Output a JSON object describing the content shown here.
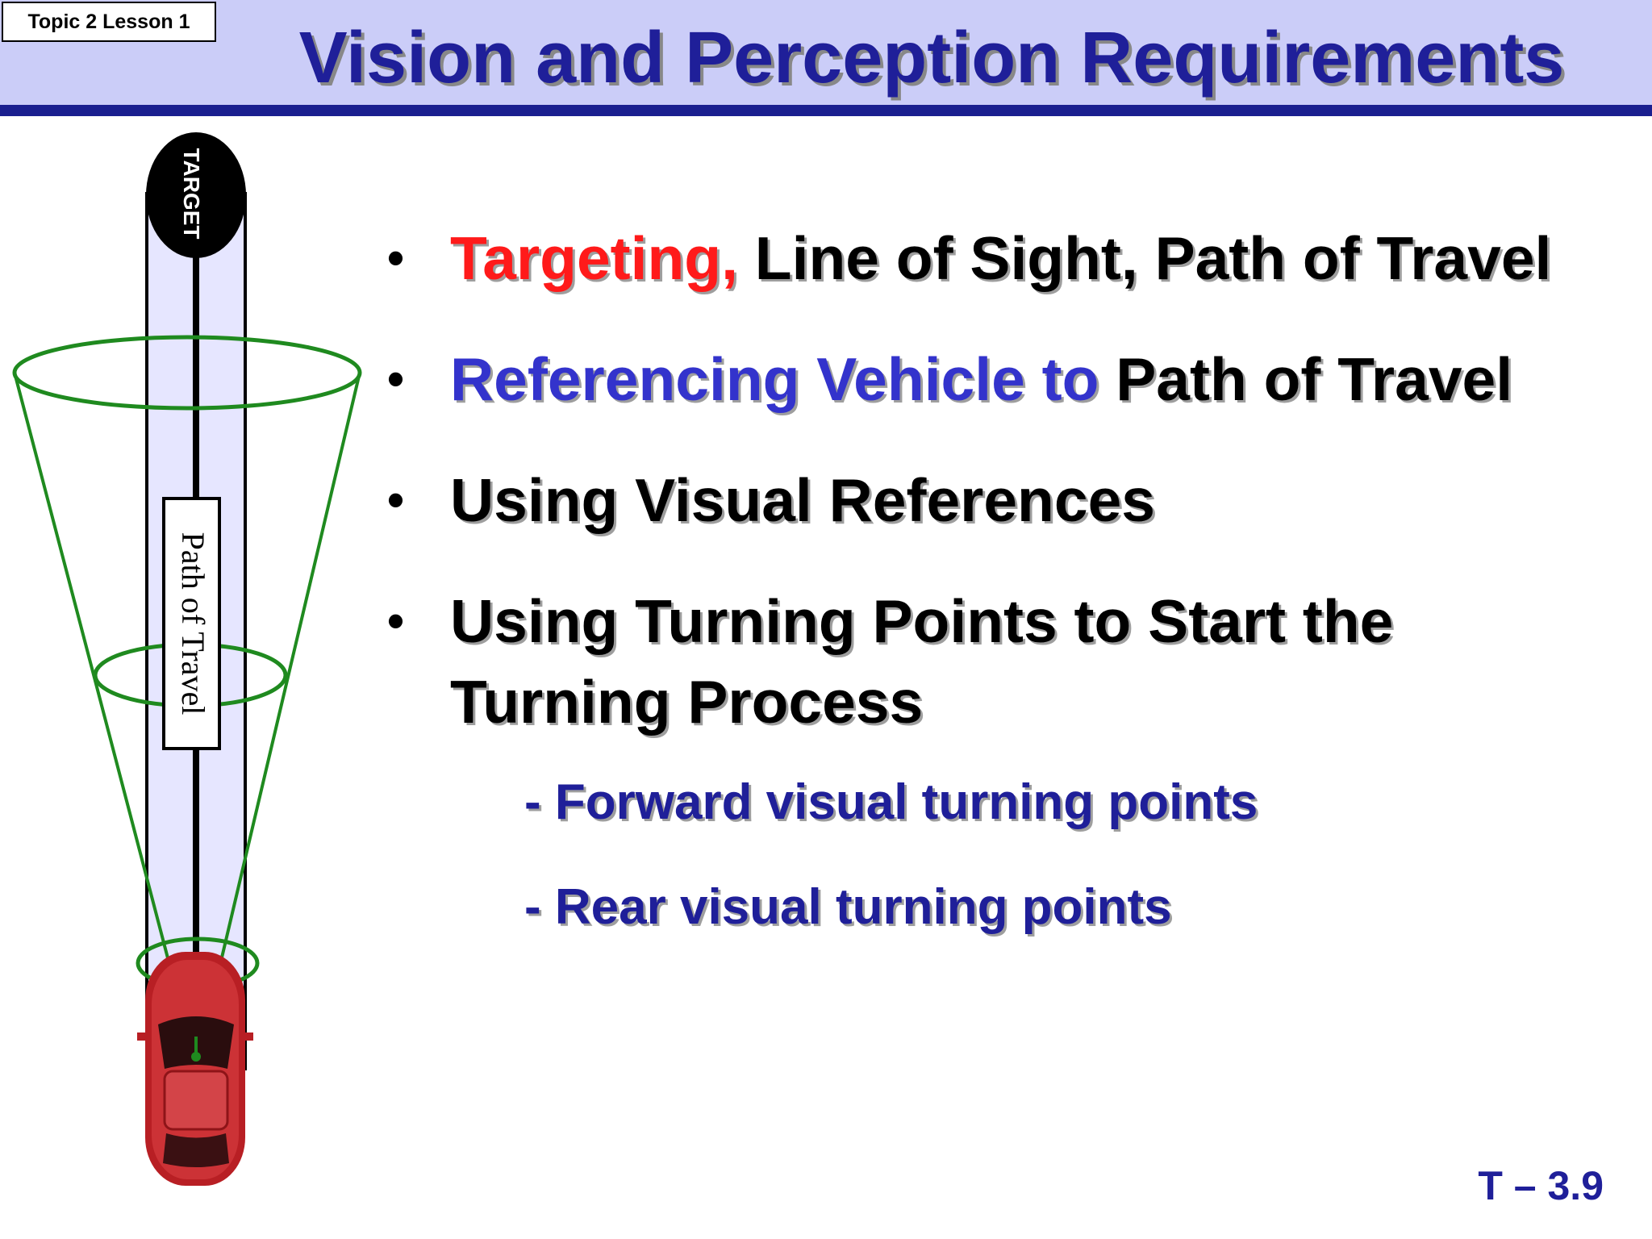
{
  "header": {
    "topic_tag": "Topic 2 Lesson 1",
    "title": "Vision and Perception Requirements"
  },
  "figure": {
    "target_label": "TARGET",
    "path_label": "Path of Travel"
  },
  "bullets": [
    {
      "parts": [
        "Targeting,",
        " Line of Sight, Path of Travel"
      ]
    },
    {
      "parts": [
        "Referencing Vehicle to",
        " Path of Travel"
      ]
    },
    {
      "parts": [
        "Using Visual References"
      ]
    },
    {
      "lines": [
        "Using Turning Points to Start the",
        "Turning Process"
      ]
    }
  ],
  "sub_bullets": [
    {
      "dash": "- ",
      "text": "Forward visual turning points"
    },
    {
      "dash": "- ",
      "text": "Rear visual turning points"
    }
  ],
  "footer": {
    "slide_number": "T – 3.9"
  },
  "colors": {
    "header_band": "#cbcdf8",
    "header_rule": "#1a1f8f",
    "title_text": "#1f1f99",
    "highlight_red": "#ff1a1a",
    "highlight_blue": "#3333cc",
    "cone_green": "#1f8a1f",
    "lane_fill": "#e6e6ff",
    "car_red": "#b81f24"
  }
}
